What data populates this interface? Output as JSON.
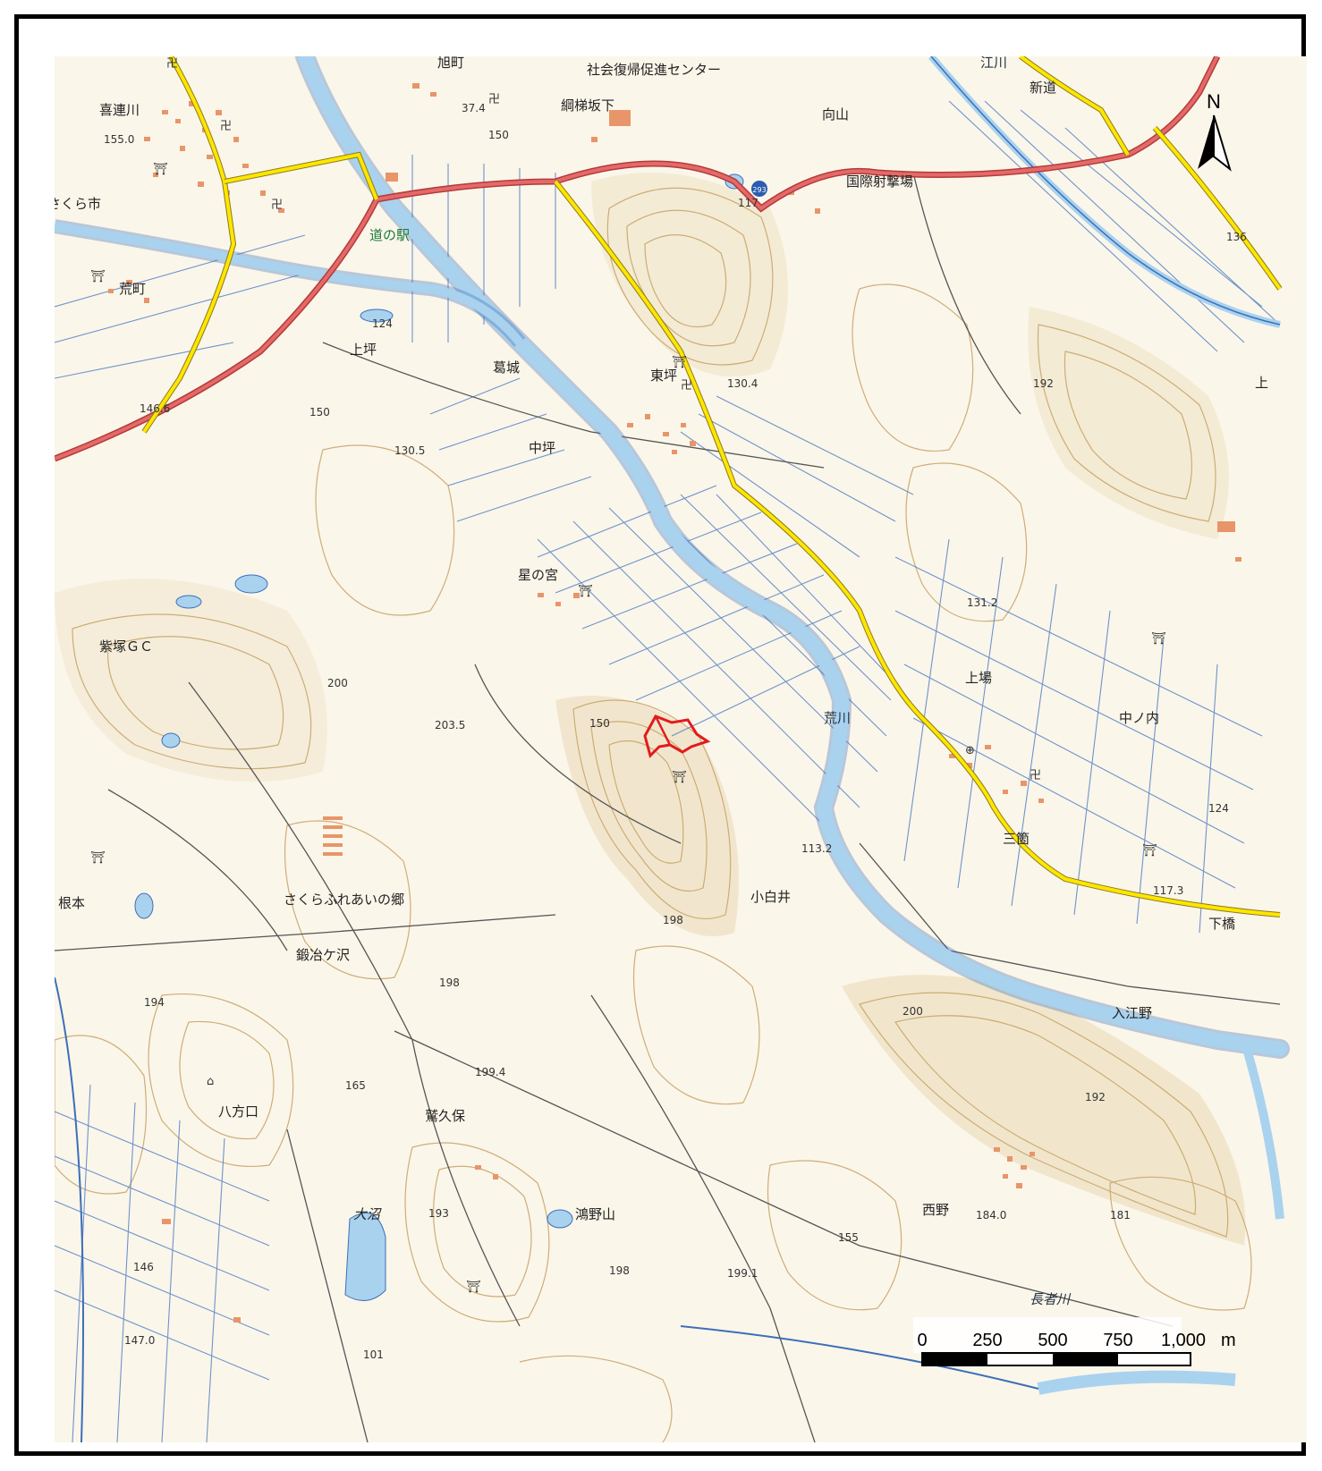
{
  "map": {
    "labels": {
      "kitsuregawa": "喜連川",
      "shakai": "社会復帰促進センター",
      "asahicho": "旭町",
      "tsunagurazaka": "綱梯坂下",
      "mukaiyama": "向山",
      "shinmichi": "新道",
      "kokusai": "国際射撃場",
      "michinoeki": "道の駅",
      "aramachi": "荒町",
      "kamitsubo": "上坪",
      "kazurajo": "葛城",
      "higashitsubo": "東坪",
      "nakatsubo": "中坪",
      "hoshinomiya": "星の宮",
      "shiozuka": "紫塚ＧＣ",
      "kamiba": "上場",
      "arakawa": "荒川",
      "nakanouchi": "中ノ内",
      "sanka": "三箇",
      "shimohashi": "下橋",
      "konoi": "小白井",
      "sakura": "さくらふれあいの郷",
      "nemoto": "根本",
      "kajigasawa": "鍛冶ケ沢",
      "happoguchi": "八方口",
      "kukubo": "鷲久保",
      "irieno": "入江野",
      "nishino": "西野",
      "onuma": "大沼",
      "konoyama": "鴻野山",
      "nagaregawa": "長者川",
      "egawa": "江川",
      "kamiue": "上",
      "city_fragment": "さくら市"
    },
    "elevations": {
      "e1": "37.4",
      "e2": "155.0",
      "e3": "117",
      "e4": "136",
      "e5": "150",
      "e6": "124",
      "e7": "130.4",
      "e8": "192",
      "e9": "146.6",
      "e10": "150",
      "e11": "130.5",
      "e12": "131.2",
      "e13": "200",
      "e14": "203.5",
      "e15": "150",
      "e16": "124",
      "e17": "117.3",
      "e18": "113.2",
      "e19": "198",
      "e20": "198",
      "e21": "194",
      "e22": "200",
      "e23": "199.4",
      "e24": "165",
      "e25": "192",
      "e26": "193",
      "e27": "184.0",
      "e28": "155",
      "e29": "198",
      "e30": "199.1",
      "e31": "146",
      "e32": "147.0",
      "e33": "101",
      "e34": "181"
    },
    "route_number": "293"
  },
  "scale_bar": {
    "ticks": [
      "0",
      "250",
      "500",
      "750",
      "1,000"
    ],
    "unit": "m"
  },
  "north_arrow": {
    "letter": "N"
  },
  "colors": {
    "route_red": "#d9494e",
    "road_yellow": "#ffe600",
    "river_blue": "#a9d2ef",
    "river_edge": "#3c6fb8",
    "contour": "#c9a66b",
    "building": "#e8956a",
    "site_marker": "#e31a1c"
  }
}
